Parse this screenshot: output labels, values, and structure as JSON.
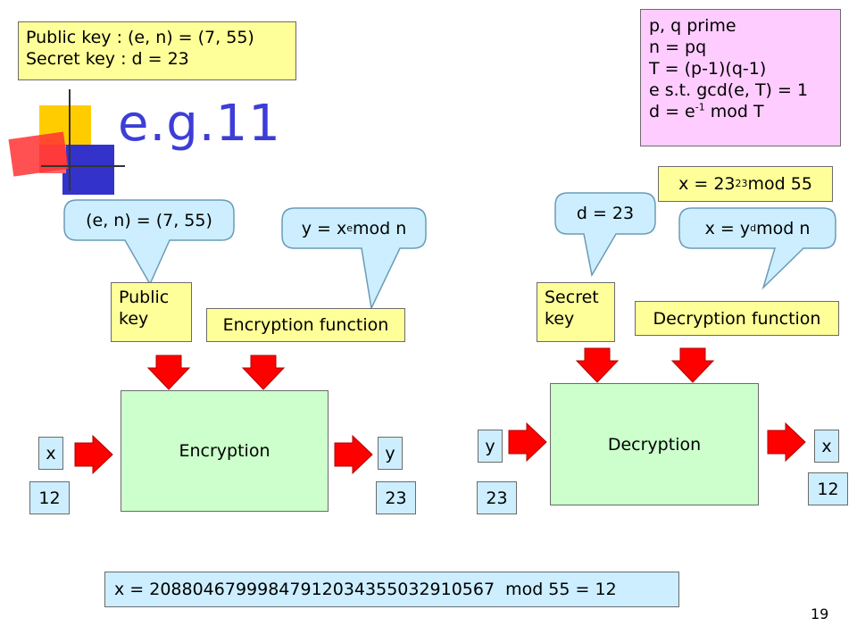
{
  "title": "e.g.11",
  "slide_number": "19",
  "keys_box": {
    "line1": "Public key : (e, n) = (7, 55)",
    "line2": "Secret key : d = 23"
  },
  "rsa_box": {
    "line1": "p, q prime",
    "line2": "n = pq",
    "line3": "T = (p-1)(q-1)",
    "line4": "e s.t. gcd(e, T) = 1",
    "line5_base": "d = e",
    "line5_sup": "-1",
    "line5_rest": " mod T"
  },
  "decrypt_value_box": {
    "base": "x = 23",
    "sup": "23",
    "rest": " mod 55"
  },
  "callouts": {
    "public_key": "(e, n) = (7, 55)",
    "encryption_fn": {
      "base": "y = x",
      "sup": "e",
      "rest": " mod n"
    },
    "secret_key": "d = 23",
    "decryption_fn": {
      "base": "x = y",
      "sup": "d",
      "rest": " mod n"
    }
  },
  "labels": {
    "public_key": {
      "line1": "Public",
      "line2": "key"
    },
    "encryption_function": "Encryption function",
    "secret_key": {
      "line1": "Secret",
      "line2": "key"
    },
    "decryption_function": "Decryption function"
  },
  "blocks": {
    "encryption": "Encryption",
    "decryption": "Decryption"
  },
  "io": {
    "enc_in_var": "x",
    "enc_in_val": "12",
    "enc_out_var": "y",
    "enc_out_val": "23",
    "dec_in_var": "y",
    "dec_in_val": "23",
    "dec_out_var": "x",
    "dec_out_val": "12"
  },
  "bottom_equation": "x = 2088046799984791203435503291056 7 mod 55 = 12",
  "bottom_equation_parts": {
    "a": "x = 20880467999847912034355032910567",
    "b": "mod 55 = 12"
  },
  "colors": {
    "title": "#3d3dd8",
    "arrow": "#ff0000",
    "yellow": "#ffff99",
    "pink": "#ffccff",
    "blue": "#cceeff",
    "green": "#ccffcc"
  }
}
